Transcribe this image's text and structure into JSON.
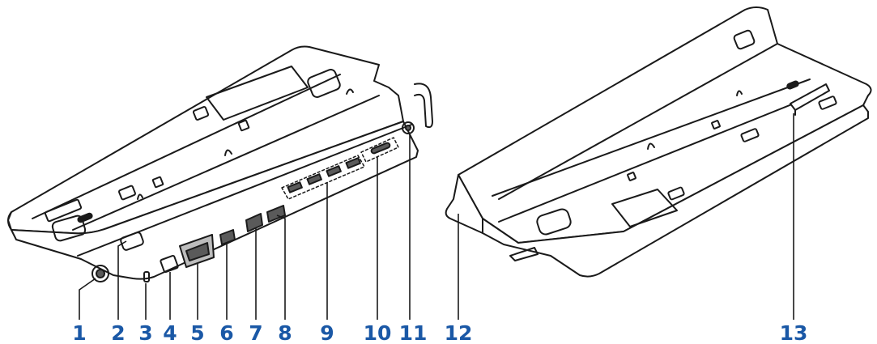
{
  "figure": {
    "colors": {
      "outline": "#1a1a1a",
      "port_fill": "#5a5a5a",
      "callout_text": "#1a58a6",
      "leader": "#1a1a1a",
      "highlight_box": "#1a1a1a"
    },
    "callouts": [
      {
        "id": "1",
        "label": "1"
      },
      {
        "id": "2",
        "label": "2"
      },
      {
        "id": "3",
        "label": "3"
      },
      {
        "id": "4",
        "label": "4"
      },
      {
        "id": "5",
        "label": "5"
      },
      {
        "id": "6",
        "label": "6"
      },
      {
        "id": "7",
        "label": "7"
      },
      {
        "id": "8",
        "label": "8"
      },
      {
        "id": "9",
        "label": "9"
      },
      {
        "id": "10",
        "label": "10"
      },
      {
        "id": "11",
        "label": "11"
      },
      {
        "id": "12",
        "label": "12"
      },
      {
        "id": "13",
        "label": "13"
      }
    ]
  }
}
